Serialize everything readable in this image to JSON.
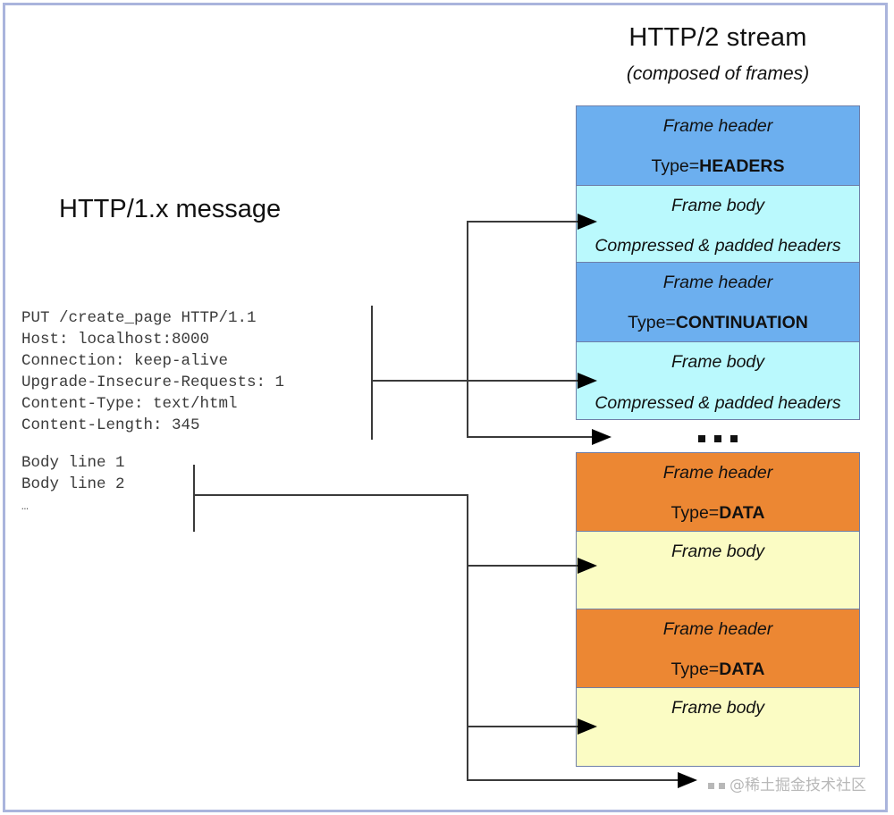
{
  "left": {
    "title": "HTTP/1.x message",
    "message_lines": [
      "PUT /create_page HTTP/1.1",
      "Host: localhost:8000",
      "Connection: keep-alive",
      "Upgrade-Insecure-Requests: 1",
      "Content-Type: text/html",
      "Content-Length: 345"
    ],
    "body_lines": [
      "Body line 1",
      "Body line 2"
    ],
    "body_ellipsis": "…"
  },
  "right": {
    "title": "HTTP/2 stream",
    "subtitle": "(composed of frames)",
    "header_frames": [
      {
        "name": "frame-header",
        "title": "Frame header",
        "type_prefix": "Type=",
        "type_value": "HEADERS",
        "fill": "#6cafef"
      },
      {
        "name": "frame-body",
        "title": "Frame body",
        "subtitle": "Compressed & padded headers",
        "fill": "#baf9fd"
      },
      {
        "name": "frame-header",
        "title": "Frame header",
        "type_prefix": "Type=",
        "type_value": "CONTINUATION",
        "fill": "#6cafef"
      },
      {
        "name": "frame-body",
        "title": "Frame body",
        "subtitle": "Compressed & padded headers",
        "fill": "#baf9fd"
      }
    ],
    "data_frames": [
      {
        "name": "frame-header",
        "title": "Frame header",
        "type_prefix": "Type=",
        "type_value": "DATA",
        "fill": "#ec8733"
      },
      {
        "name": "frame-body",
        "title": "Frame body",
        "fill": "#fbfcc4"
      },
      {
        "name": "frame-header",
        "title": "Frame header",
        "type_prefix": "Type=",
        "type_value": "DATA",
        "fill": "#ec8733"
      },
      {
        "name": "frame-body",
        "title": "Frame body",
        "fill": "#fbfcc4"
      }
    ]
  },
  "watermark": "@稀土掘金技术社区",
  "colors": {
    "frame_header_blue": "#6cafef",
    "frame_body_cyan": "#baf9fd",
    "frame_header_orange": "#ec8733",
    "frame_body_yellow": "#fbfcc4",
    "box_border": "#6f7fa8",
    "connector": "#3a3a3a",
    "page_border": "#aab4dc"
  }
}
